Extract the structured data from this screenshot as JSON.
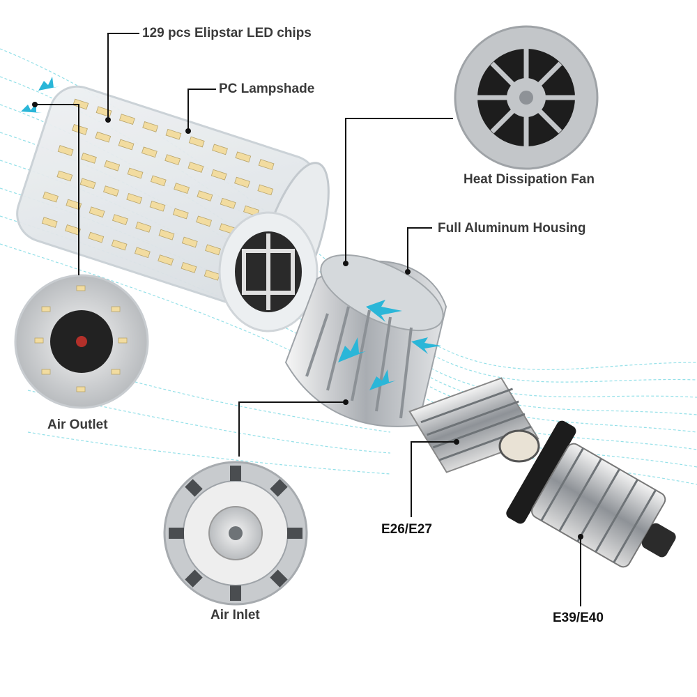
{
  "callouts": {
    "led_chips": "129 pcs Elipstar LED chips",
    "lampshade": "PC Lampshade",
    "fan": "Heat Dissipation Fan",
    "housing": "Full Aluminum Housing",
    "air_outlet": "Air Outlet",
    "air_inlet": "Air Inlet",
    "base_small": "E26/E27",
    "base_large": "E39/E40"
  },
  "colors": {
    "airflow": "#3cc7d6",
    "arrow": "#2ab6d8",
    "callout_line": "#111111",
    "led": "#f2dca0",
    "aluminum": "#c9ccd0"
  }
}
